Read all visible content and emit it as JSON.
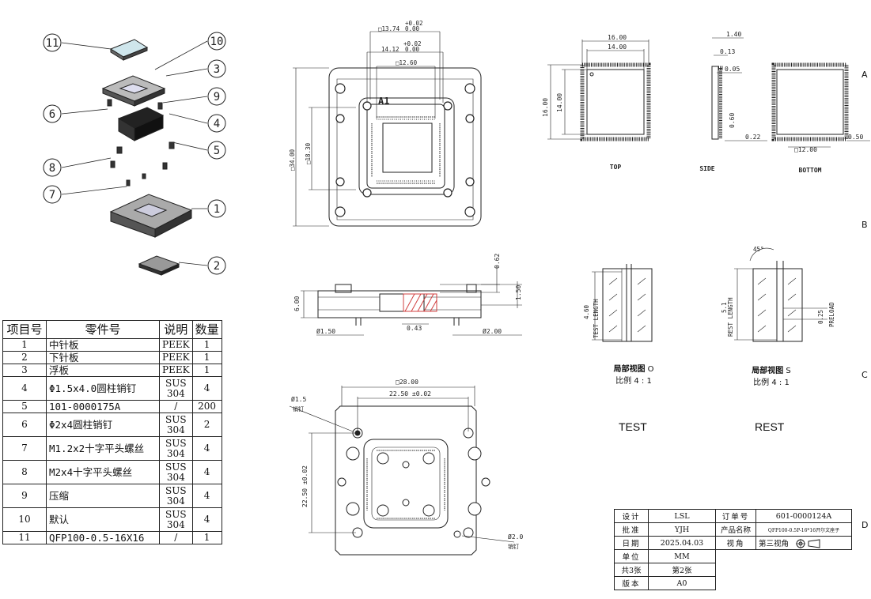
{
  "zones": [
    "A",
    "B",
    "C",
    "D"
  ],
  "balloons": [
    "11",
    "10",
    "3",
    "9",
    "6",
    "4",
    "5",
    "8",
    "7",
    "1",
    "2"
  ],
  "parts_table": {
    "headers": [
      "项目号",
      "零件号",
      "说明",
      "数量"
    ],
    "rows": [
      {
        "no": "1",
        "name": "中针板",
        "desc": "PEEK",
        "qty": "1"
      },
      {
        "no": "2",
        "name": "下针板",
        "desc": "PEEK",
        "qty": "1"
      },
      {
        "no": "3",
        "name": "浮板",
        "desc": "PEEK",
        "qty": "1"
      },
      {
        "no": "4",
        "name": "Φ1.5x4.0圆柱销钉",
        "desc": "SUS 304",
        "qty": "4"
      },
      {
        "no": "5",
        "name": "101-0000175A",
        "desc": "/",
        "qty": "200"
      },
      {
        "no": "6",
        "name": "Φ2x4圆柱销钉",
        "desc": "SUS 304",
        "qty": "2"
      },
      {
        "no": "7",
        "name": "M1.2x2十字平头螺丝",
        "desc": "SUS 304",
        "qty": "4"
      },
      {
        "no": "8",
        "name": "M2x4十字平头螺丝",
        "desc": "SUS 304",
        "qty": "4"
      },
      {
        "no": "9",
        "name": "压缩",
        "desc": "SUS 304",
        "qty": "4"
      },
      {
        "no": "10",
        "name": "默认",
        "desc": "SUS 304",
        "qty": "4"
      },
      {
        "no": "11",
        "name": "QFP100-0.5-16X16",
        "desc": "/",
        "qty": "1"
      }
    ]
  },
  "top_view": {
    "dim_a": "□13.74",
    "dim_a_tol": "+0.02",
    "dim_a_tol2": "0.00",
    "dim_b": "14.12",
    "dim_b_tol": "+0.02",
    "dim_b_tol2": "0.00",
    "dim_c": "□12.60",
    "dim_h": "□34.00",
    "dim_i": "□18.30",
    "pin1": "A1"
  },
  "side_view": {
    "d1": "6.00",
    "d2": "0.62",
    "d3": "1.50",
    "d4": "Ø1.50",
    "d5": "0.43",
    "d6": "Ø2.00"
  },
  "bottom_view": {
    "d1": "□28.00",
    "d2": "22.50 ±0.02",
    "d3": "22.50 ±0.02",
    "pin_a": "Ø1.5",
    "pin_a_note": "销钉",
    "pin_b": "Ø2.0",
    "pin_b_note": "销钉"
  },
  "package": {
    "top_w1": "16.00",
    "top_w2": "14.00",
    "top_h1": "16.00",
    "top_h2": "14.00",
    "side_1": "1.40",
    "side_2": "0.13",
    "side_3": "0.05",
    "side_4": "0.60",
    "side_5": "0.22",
    "bottom_1": "□12.00",
    "bottom_2": "0.50",
    "label_top": "TOP",
    "label_side": "SIDE",
    "label_bottom": "BOTTOM"
  },
  "detail": {
    "test_length": "4.60",
    "test_length_label": "TEST LENGTH",
    "rest_length": "5.1",
    "rest_length_label": "REST LENGTH",
    "preload": "0.25",
    "preload_label": "PRELOAD",
    "angle": "45°",
    "cap1_title": "局部视图",
    "cap1_id": "O",
    "cap1_scale": "比例 4 : 1",
    "cap2_title": "局部视图",
    "cap2_id": "S",
    "cap2_scale": "比例 4 : 1",
    "tag1": "TEST",
    "tag2": "REST"
  },
  "title_block": {
    "design_label": "设计",
    "design": "LSL",
    "order_label": "订单号",
    "order": "601-0000124A",
    "approve_label": "批准",
    "approve": "YJH",
    "product_label": "产品名称",
    "product": "QFP100-0.5P-16*16开尔文座子",
    "date_label": "日期",
    "date": "2025.04.03",
    "view_label": "视角",
    "view": "第三视角",
    "unit_label": "单位",
    "unit": "MM",
    "sheets_label": "共3张",
    "sheet": "第2张",
    "version_label": "版本",
    "version": "A0"
  }
}
